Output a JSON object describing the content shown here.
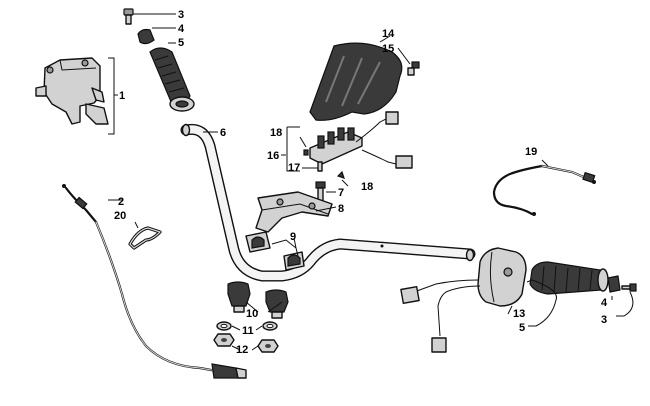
{
  "callouts": [
    {
      "id": "1",
      "text": "1"
    },
    {
      "id": "2",
      "text": "2"
    },
    {
      "id": "3a",
      "text": "3"
    },
    {
      "id": "3b",
      "text": "3"
    },
    {
      "id": "4a",
      "text": "4"
    },
    {
      "id": "4b",
      "text": "4"
    },
    {
      "id": "5a",
      "text": "5"
    },
    {
      "id": "5b",
      "text": "5"
    },
    {
      "id": "6",
      "text": "6"
    },
    {
      "id": "7",
      "text": "7"
    },
    {
      "id": "8",
      "text": "8"
    },
    {
      "id": "9",
      "text": "9"
    },
    {
      "id": "10",
      "text": "10"
    },
    {
      "id": "11",
      "text": "11"
    },
    {
      "id": "12",
      "text": "12"
    },
    {
      "id": "13",
      "text": "13"
    },
    {
      "id": "14",
      "text": "14"
    },
    {
      "id": "15",
      "text": "15"
    },
    {
      "id": "16",
      "text": "16"
    },
    {
      "id": "17",
      "text": "17"
    },
    {
      "id": "18a",
      "text": "18"
    },
    {
      "id": "18b",
      "text": "18"
    },
    {
      "id": "19",
      "text": "19"
    },
    {
      "id": "20",
      "text": "20"
    }
  ]
}
